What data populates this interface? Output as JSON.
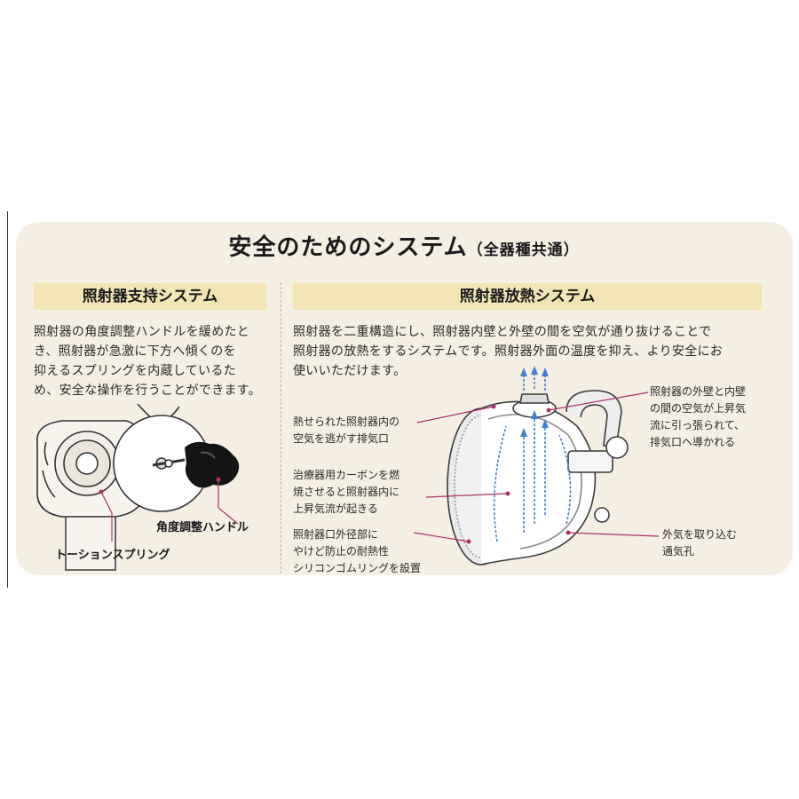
{
  "title": {
    "main": "安全のためのシステム",
    "sub": "（全器種共通）"
  },
  "left_section": {
    "heading": "照射器支持システム",
    "body_lines": [
      "照射器の角度調整ハンドルを緩めたと",
      "き、照射器が急激に下方へ傾くのを",
      "抑えるスプリングを内蔵しているた",
      "め、安全な操作を行うことができます。"
    ],
    "label_handle": "角度調整ハンドル",
    "label_spring": "トーションスプリング"
  },
  "right_section": {
    "heading": "照射器放熱システム",
    "body_lines": [
      "照射器を二重構造にし、照射器内壁と外壁の間を空気が通り抜けることで",
      "照射器の放熱をするシステムです。照射器外面の温度を抑え、より安全にお",
      "使いいただけます。"
    ],
    "callouts": {
      "exhaust": [
        "熱せられた照射器内の",
        "空気を逃がす排気口"
      ],
      "carbon": [
        "治療器用カーボンを燃",
        "焼させると照射器内に",
        "上昇気流が起きる"
      ],
      "silicone": [
        "照射器口外径部に",
        "やけど防止の耐熱性",
        "シリコンゴムリングを設置"
      ],
      "wall": [
        "照射器の外壁と内壁",
        "の間の空気が上昇気",
        "流に引っ張られて、",
        "排気口へ導かれる"
      ],
      "vent": [
        "外気を取り込む",
        "通気孔"
      ]
    }
  },
  "colors": {
    "card_bg": "#f4eee3",
    "heading_bar": "#f2e4b4",
    "callout_line": "#b0306a",
    "airflow_arrow": "#3f7fd0"
  },
  "icons": [
    "lamp-support-illustration",
    "lamp-head-cutaway-illustration",
    "airflow-arrow-icon"
  ]
}
